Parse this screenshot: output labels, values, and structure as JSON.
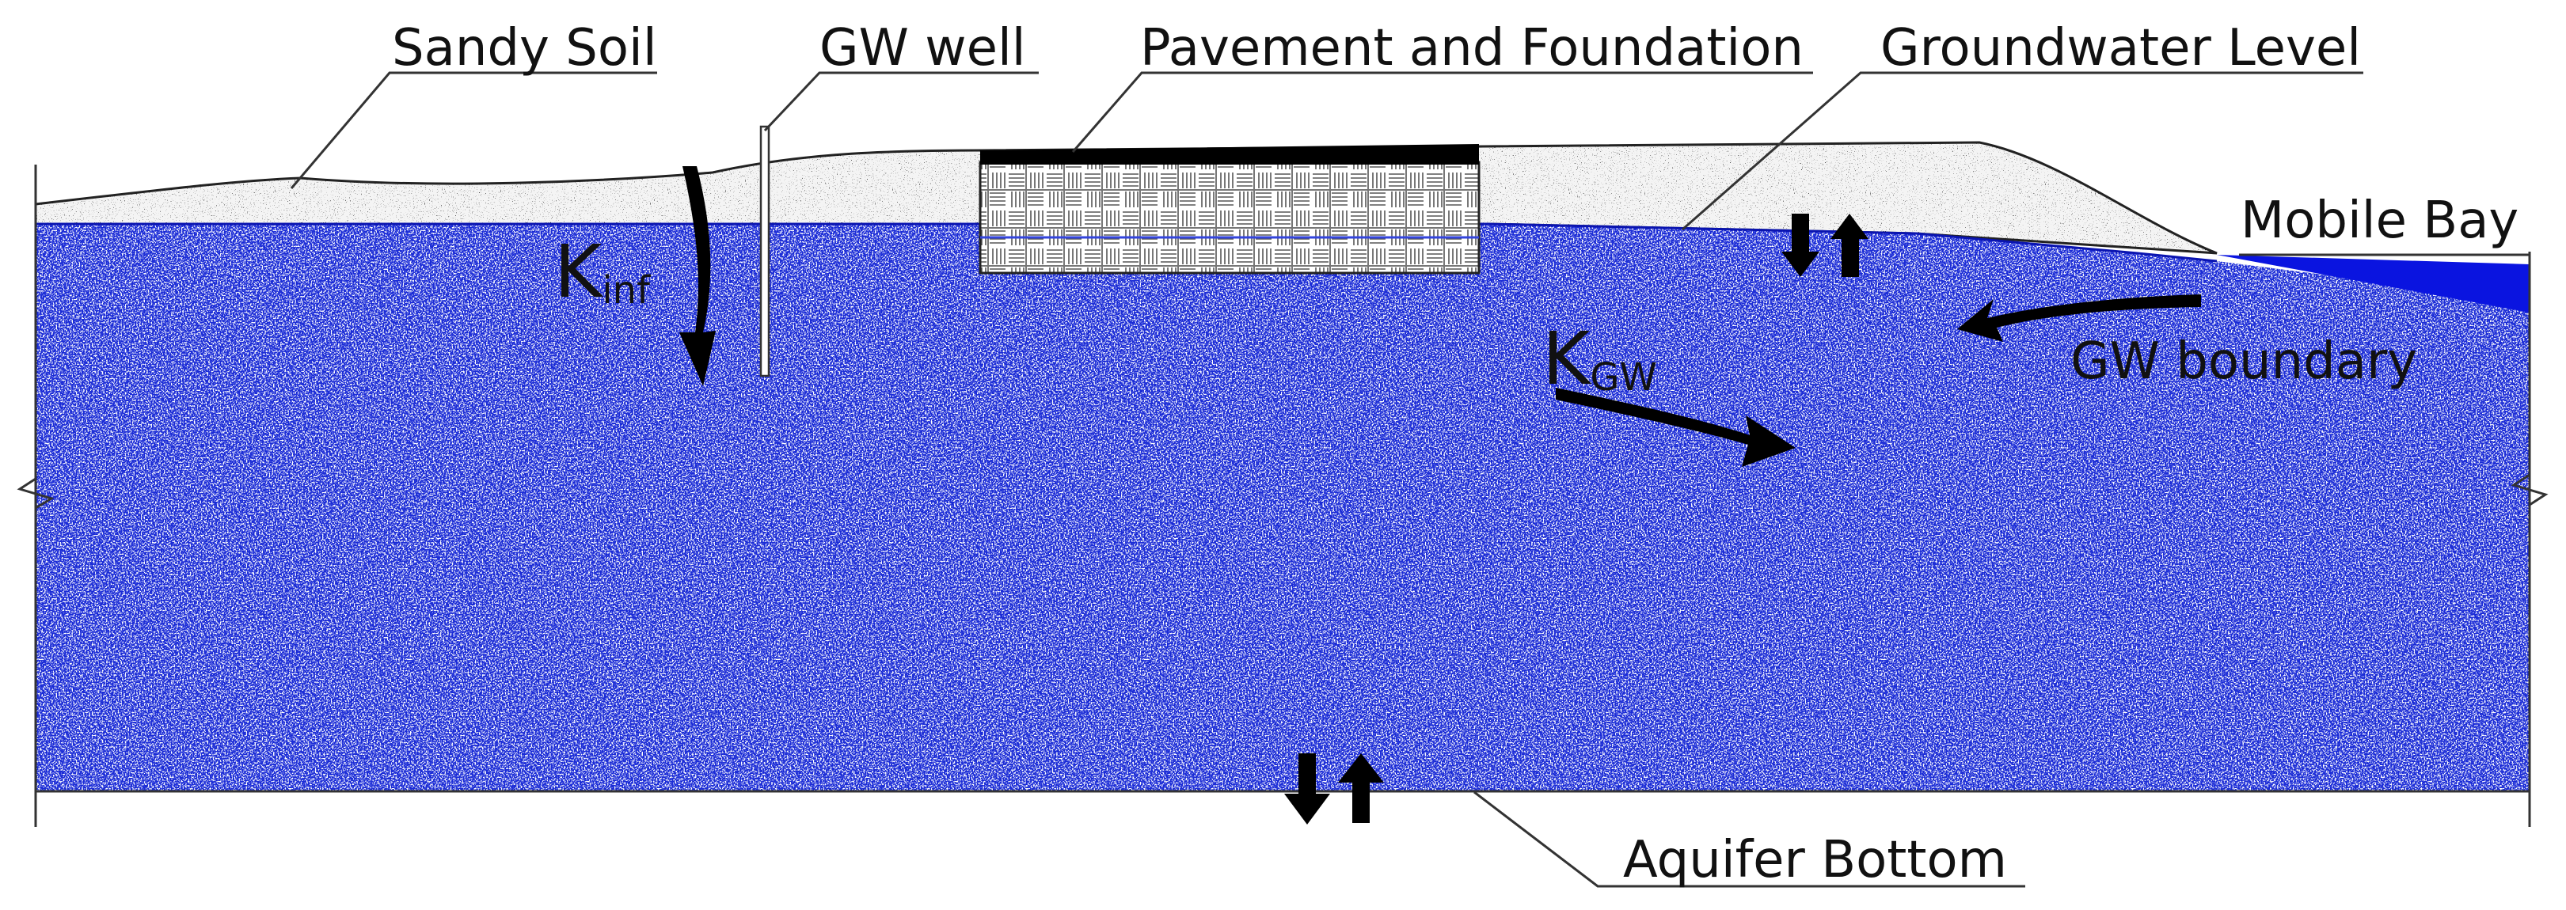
{
  "labels": {
    "sandy_soil": "Sandy Soil",
    "gw_well": "GW well",
    "pavement": "Pavement and Foundation",
    "groundwater_level": "Groundwater Level",
    "mobile_bay": "Mobile Bay",
    "gw_boundary": "GW boundary",
    "aquifer_bottom": "Aquifer Bottom",
    "k_inf_main": "K",
    "k_inf_sub": "inf",
    "k_gw_main": "K",
    "k_gw_sub": "GW"
  },
  "colors": {
    "aquifer": "#1a2bd6",
    "bay": "#0a14e0",
    "soil": "#f2f2f2",
    "arrow": "#000000",
    "line": "#333333"
  }
}
